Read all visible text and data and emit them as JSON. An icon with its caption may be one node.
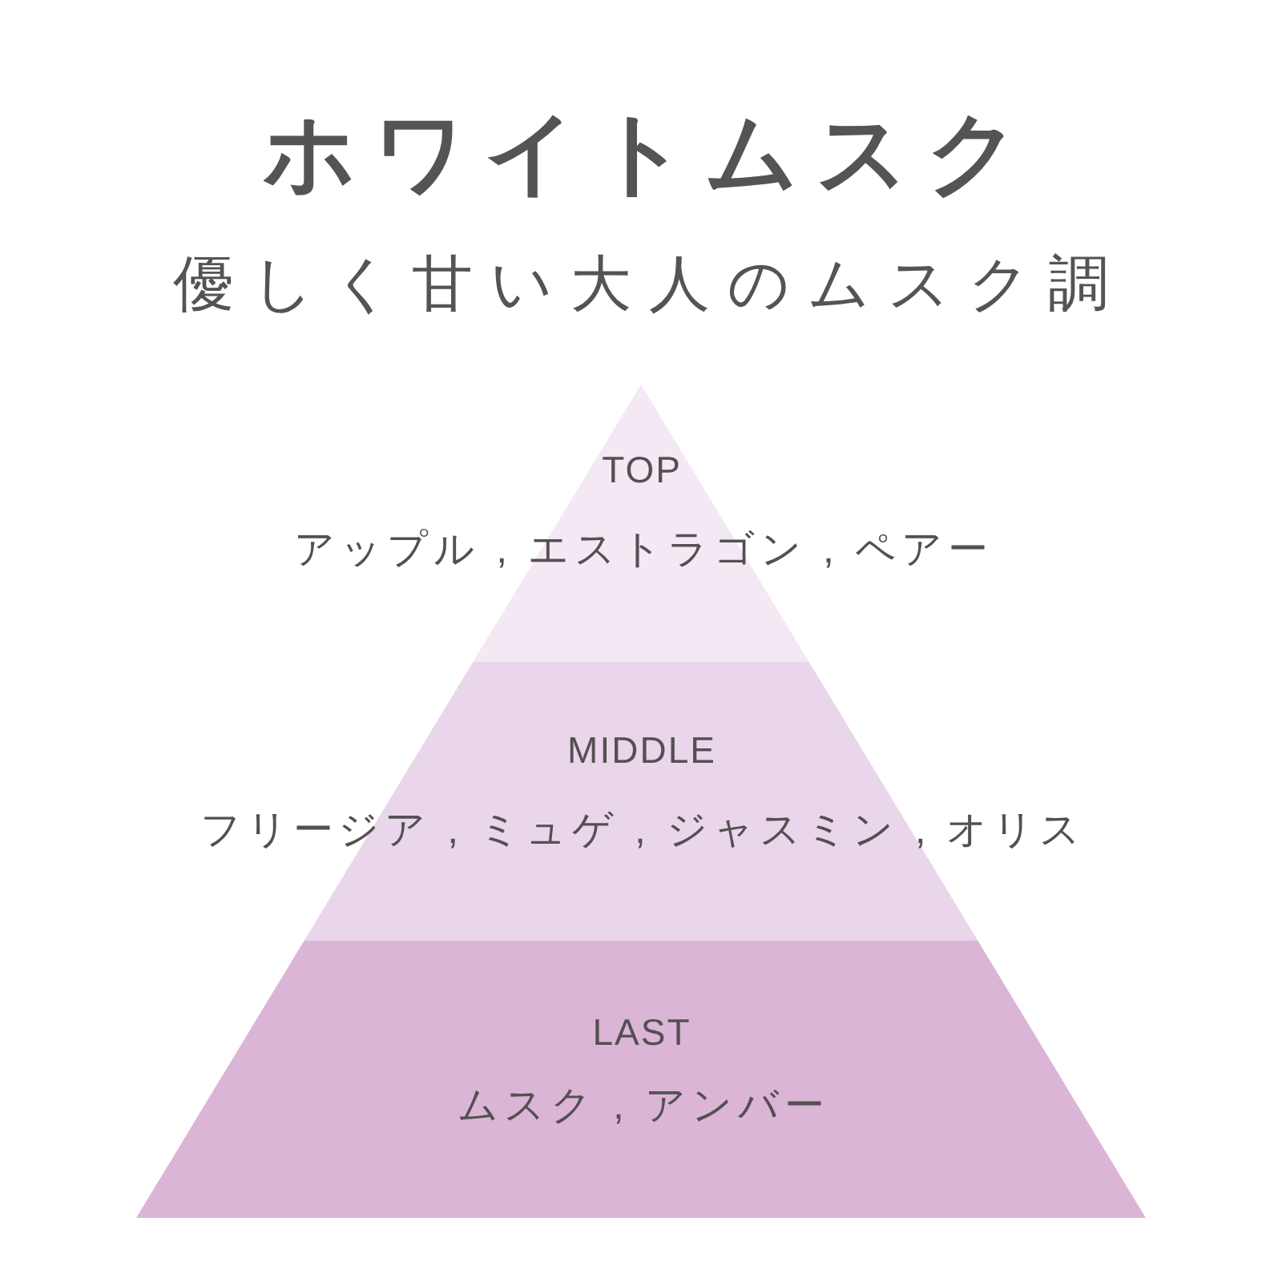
{
  "diagram": {
    "title": "ホワイトムスク",
    "nodes": [
      {
        "text": [
          "TOP",
          "アップル , エストラゴン , ペアー"
        ]
      },
      {
        "text": [
          "MIDDLE",
          "フリージア , ミュゲ , ジャスミン , オリス"
        ]
      },
      {
        "text": [
          "LAST",
          "ムスク , アンバー"
        ]
      }
    ],
    "labels": [
      "優しく甘い大人のムスク調"
    ]
  }
}
